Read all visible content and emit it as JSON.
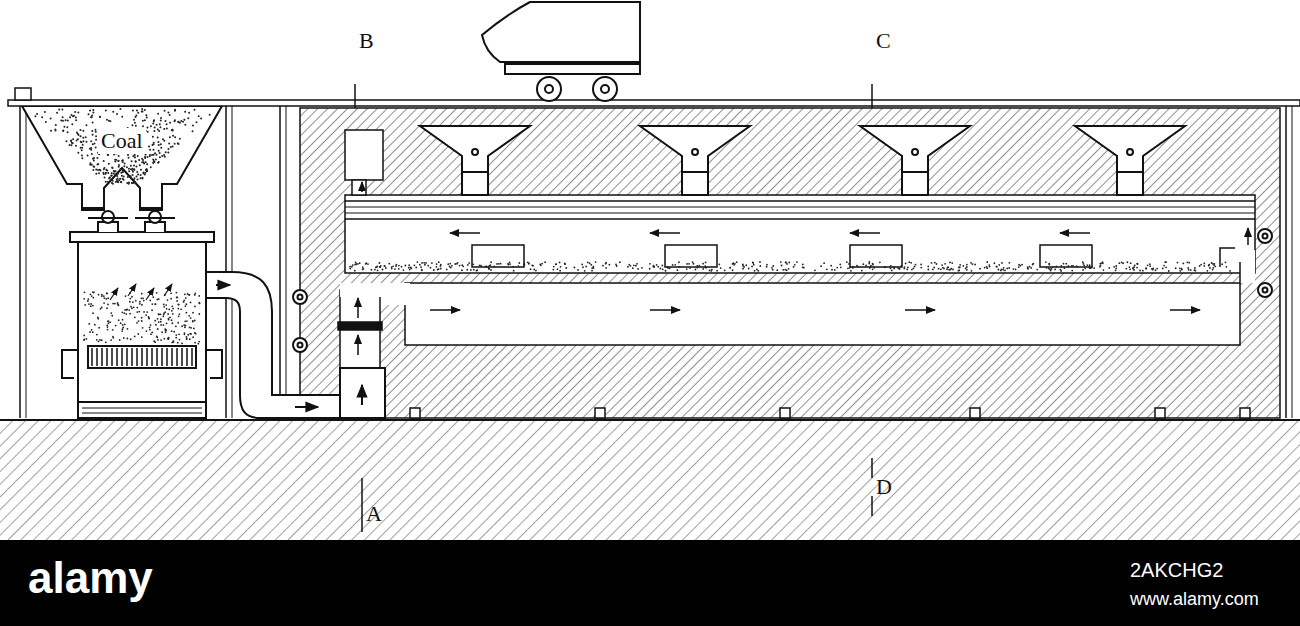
{
  "diagram": {
    "nodes": [
      {
        "text": [
          "Coal"
        ]
      }
    ],
    "labels": [
      "B",
      "C",
      "A",
      "D",
      "alamy",
      "2AKCHG2",
      "www.alamy.com"
    ]
  }
}
